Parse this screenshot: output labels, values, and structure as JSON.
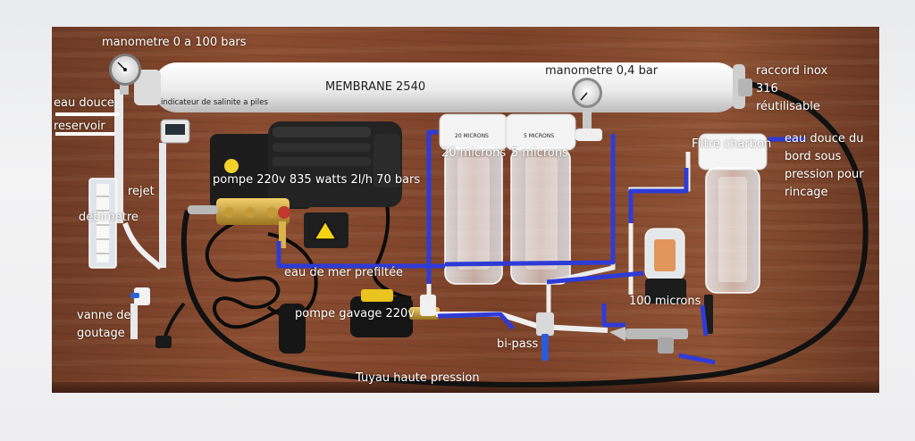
{
  "photo": {
    "subject": "watermaker installation on wooden board",
    "colors": {
      "wood": "#7b4129",
      "annotation_line": "#2f3bd6",
      "label_text": "#ffffff",
      "membrane_tube": "#f2f2f2"
    }
  },
  "labels": {
    "manometre_hp": "manometre 0 a 100 bars",
    "membrane": "MEMBRANE 2540",
    "manometre_bp": "manometre 0,4 bar",
    "raccord_line1": "raccord inox",
    "raccord_line2": "316",
    "raccord_line3": "réutilisable",
    "eau_douce_reservoir_line1": "eau douce",
    "eau_douce_reservoir_line2": "reservoir",
    "indicateur": "indicateur de salinite a piles",
    "filter_20_cap": "20 MICRONS",
    "filter_5_cap": "5 MICRONS",
    "filter_20": "20 microns",
    "filter_5": "5 microns",
    "filtre_charbon": "Filtre charbon",
    "eau_douce_bord_line1": "eau douce du",
    "eau_douce_bord_line2": "bord sous",
    "eau_douce_bord_line3": "pression pour",
    "eau_douce_bord_line4": "rincage",
    "rejet": "rejet",
    "pompe": "pompe 220v 835 watts 2l/h 70 bars",
    "debimetre": "debimetre",
    "eau_de_mer": "eau de mer prefiltée",
    "filter_100": "100 microns",
    "pompe_gavage": "pompe gavage 220v",
    "vanne_line1": "vanne de",
    "vanne_line2": "goutage",
    "bi_pass": "bi-pass",
    "tuyau": "Tuyau haute pression"
  },
  "icons": {
    "gauges": "pressure-gauge-icon",
    "filters": "filter-housing-icon"
  }
}
